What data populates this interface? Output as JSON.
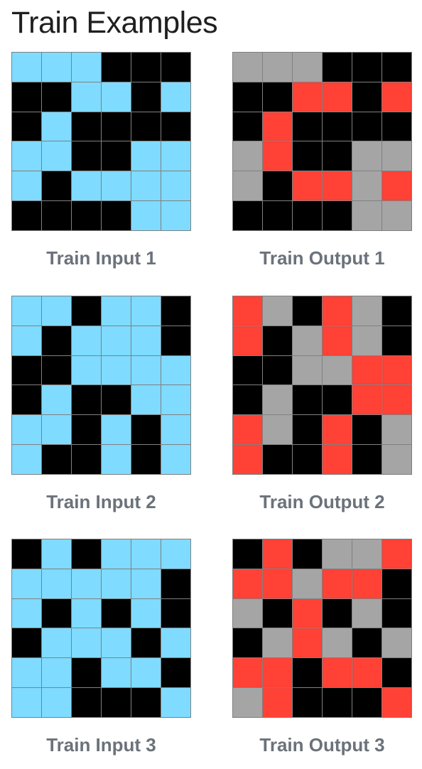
{
  "title": "Train Examples",
  "palette": {
    "0": "#000000",
    "5": "#a5a5a5",
    "2": "#ff4136",
    "8": "#7fdbff"
  },
  "pairs": [
    {
      "input": {
        "label": "Train Input 1",
        "grid": [
          [
            8,
            8,
            8,
            0,
            0,
            0
          ],
          [
            0,
            0,
            8,
            8,
            0,
            8
          ],
          [
            0,
            8,
            0,
            0,
            0,
            0
          ],
          [
            8,
            8,
            0,
            0,
            8,
            8
          ],
          [
            8,
            0,
            8,
            8,
            8,
            8
          ],
          [
            0,
            0,
            0,
            0,
            8,
            8
          ]
        ]
      },
      "output": {
        "label": "Train Output 1",
        "grid": [
          [
            5,
            5,
            5,
            0,
            0,
            0
          ],
          [
            0,
            0,
            2,
            2,
            0,
            2
          ],
          [
            0,
            2,
            0,
            0,
            0,
            0
          ],
          [
            5,
            2,
            0,
            0,
            5,
            5
          ],
          [
            5,
            0,
            2,
            2,
            5,
            2
          ],
          [
            0,
            0,
            0,
            0,
            5,
            5
          ]
        ]
      }
    },
    {
      "input": {
        "label": "Train Input 2",
        "grid": [
          [
            8,
            8,
            0,
            8,
            8,
            0
          ],
          [
            8,
            0,
            8,
            8,
            8,
            0
          ],
          [
            0,
            0,
            8,
            8,
            8,
            8
          ],
          [
            0,
            8,
            0,
            0,
            8,
            8
          ],
          [
            8,
            8,
            0,
            8,
            0,
            8
          ],
          [
            8,
            0,
            0,
            8,
            0,
            8
          ]
        ]
      },
      "output": {
        "label": "Train Output 2",
        "grid": [
          [
            2,
            5,
            0,
            2,
            5,
            0
          ],
          [
            2,
            0,
            5,
            2,
            5,
            0
          ],
          [
            0,
            0,
            5,
            5,
            2,
            2
          ],
          [
            0,
            5,
            0,
            0,
            2,
            2
          ],
          [
            2,
            5,
            0,
            2,
            0,
            5
          ],
          [
            2,
            0,
            0,
            2,
            0,
            5
          ]
        ]
      }
    },
    {
      "input": {
        "label": "Train Input 3",
        "grid": [
          [
            0,
            8,
            0,
            8,
            8,
            8
          ],
          [
            8,
            8,
            8,
            8,
            8,
            0
          ],
          [
            8,
            0,
            8,
            0,
            8,
            0
          ],
          [
            0,
            8,
            8,
            8,
            0,
            8
          ],
          [
            8,
            8,
            0,
            8,
            8,
            0
          ],
          [
            8,
            8,
            0,
            0,
            0,
            8
          ]
        ]
      },
      "output": {
        "label": "Train Output 3",
        "grid": [
          [
            0,
            2,
            0,
            5,
            5,
            2
          ],
          [
            2,
            2,
            5,
            2,
            2,
            0
          ],
          [
            5,
            0,
            2,
            0,
            5,
            0
          ],
          [
            0,
            5,
            2,
            5,
            0,
            5
          ],
          [
            2,
            2,
            0,
            2,
            2,
            0
          ],
          [
            5,
            2,
            0,
            0,
            0,
            2
          ]
        ]
      }
    }
  ]
}
